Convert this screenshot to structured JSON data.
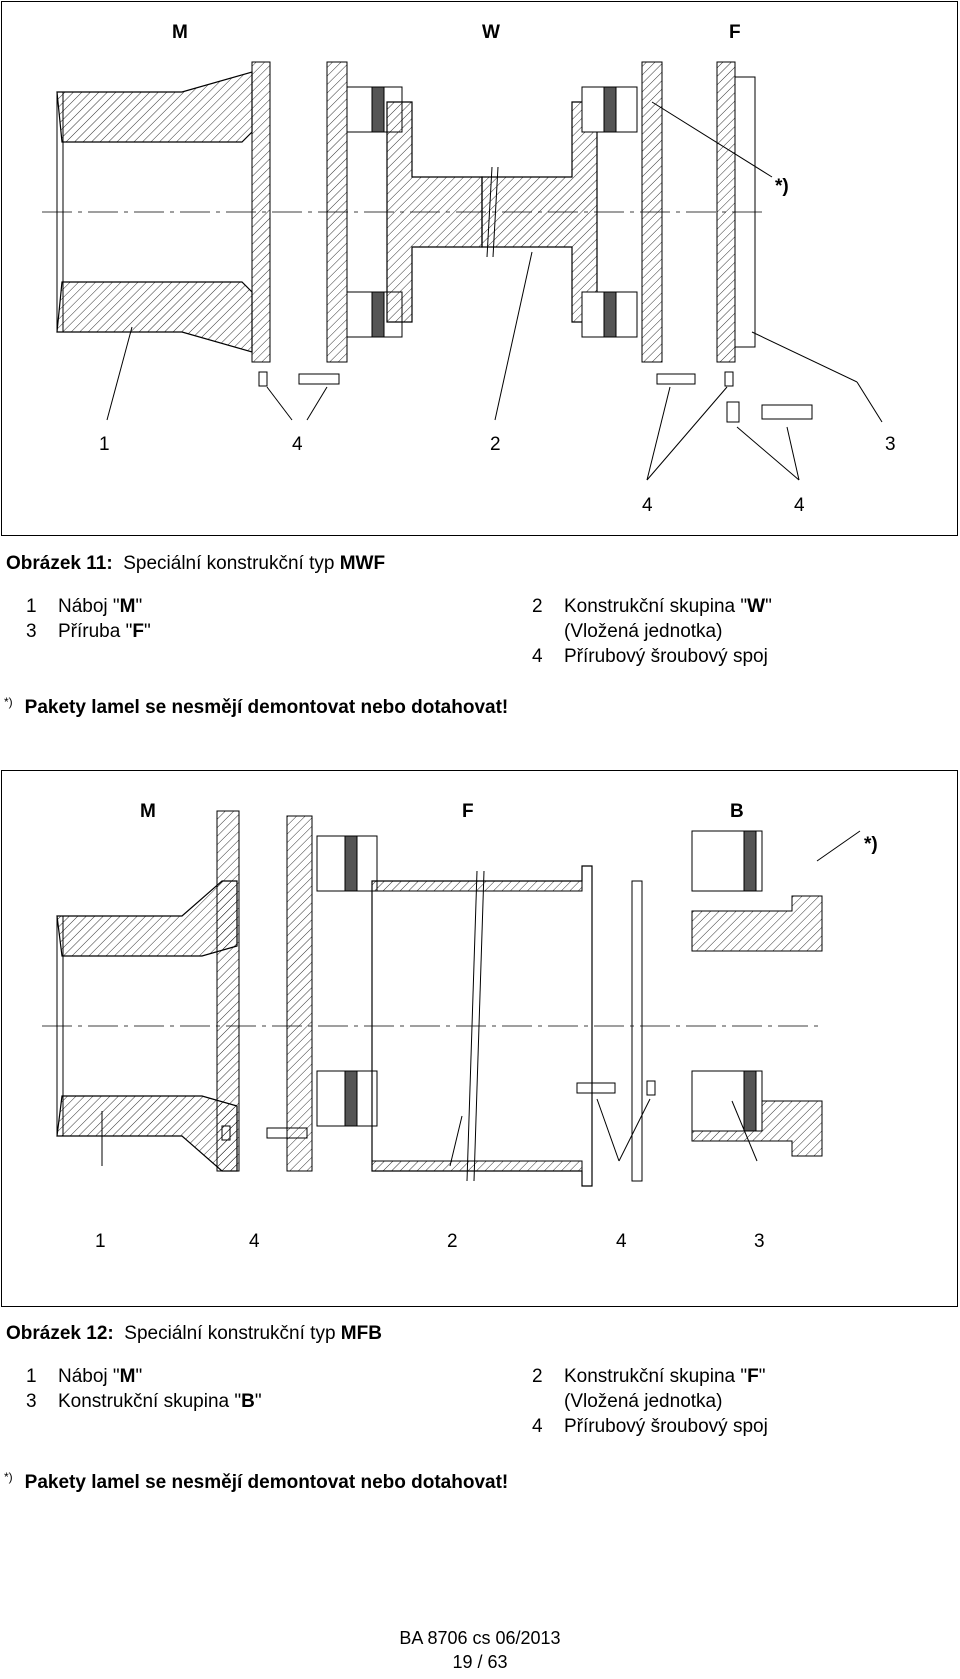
{
  "figure1": {
    "top_labels": [
      "M",
      "W",
      "F"
    ],
    "star_label": "*)",
    "part_numbers": [
      "1",
      "4",
      "2",
      "3"
    ],
    "bottom_numbers": [
      "4",
      "4"
    ],
    "caption_prefix": "Obrázek 11:",
    "caption_text": "Speciální konstrukční typ ",
    "caption_type": "MWF",
    "legend_left": [
      {
        "num": "1",
        "text": "Náboj \"",
        "bold": "M",
        "end": "\""
      },
      {
        "num": "3",
        "text": "Příruba \"",
        "bold": "F",
        "end": "\""
      }
    ],
    "legend_right": [
      {
        "num": "2",
        "text": "Konstrukční skupina \"",
        "bold": "W",
        "end": "\""
      },
      {
        "num": "",
        "text": "(Vložená jednotka)",
        "bold": "",
        "end": ""
      },
      {
        "num": "4",
        "text": "Přírubový šroubový spoj",
        "bold": "",
        "end": ""
      }
    ],
    "warning_mark": "*)",
    "warning": "Pakety lamel se nesmějí demontovat nebo dotahovat!"
  },
  "figure2": {
    "top_labels": [
      "M",
      "F",
      "B"
    ],
    "star_label": "*)",
    "part_numbers": [
      "1",
      "4",
      "2",
      "4",
      "3"
    ],
    "caption_prefix": "Obrázek 12:",
    "caption_text": "Speciální konstrukční typ ",
    "caption_type": "MFB",
    "legend_left": [
      {
        "num": "1",
        "text": "Náboj \"",
        "bold": "M",
        "end": "\""
      },
      {
        "num": "3",
        "text": "Konstrukční skupina \"",
        "bold": "B",
        "end": "\""
      }
    ],
    "legend_right": [
      {
        "num": "2",
        "text": "Konstrukční skupina \"",
        "bold": "F",
        "end": "\""
      },
      {
        "num": "",
        "text": "(Vložená jednotka)",
        "bold": "",
        "end": ""
      },
      {
        "num": "4",
        "text": "Přírubový šroubový spoj",
        "bold": "",
        "end": ""
      }
    ],
    "warning_mark": "*)",
    "warning": "Pakety lamel se nesmějí demontovat nebo dotahovat!"
  },
  "footer": {
    "doc_ref": "BA 8706 cs 06/2013",
    "page": "19 / 63"
  }
}
